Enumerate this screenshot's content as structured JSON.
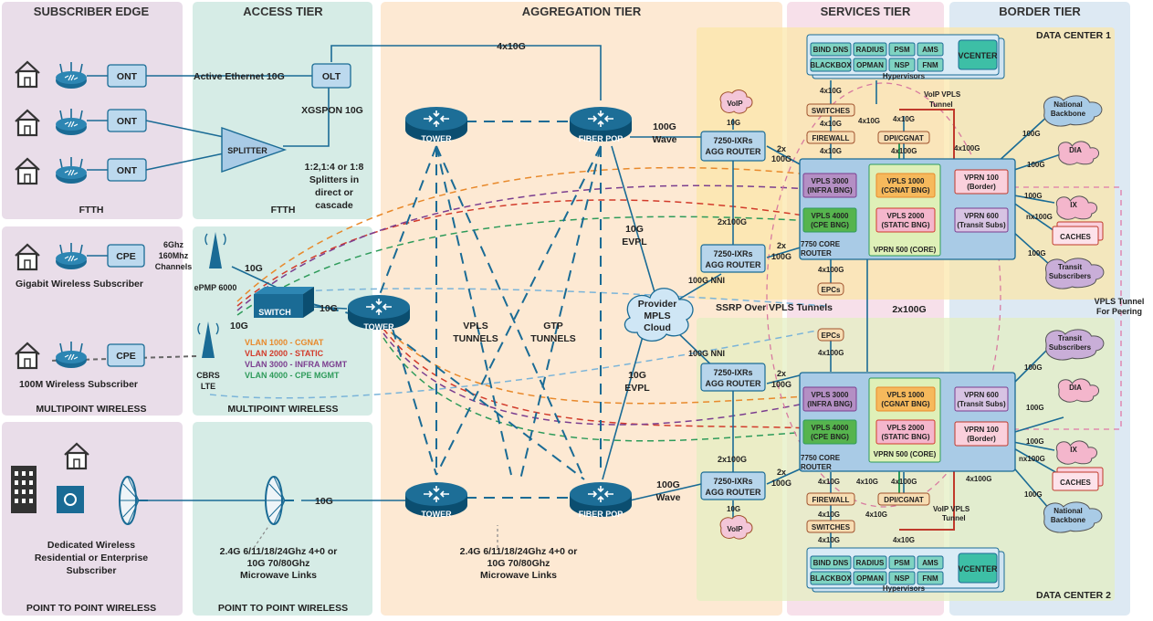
{
  "tiers": {
    "subscriber_edge": "SUBSCRIBER EDGE",
    "access": "ACCESS TIER",
    "aggregation": "AGGREGATION TIER",
    "services": "SERVICES TIER",
    "border": "BORDER TIER"
  },
  "sections": {
    "ftth": "FTTH",
    "multipoint": "MULTIPOINT WIRELESS",
    "p2p": "POINT TO POINT WIRELESS"
  },
  "subscriber": {
    "ont": "ONT",
    "cpe": "CPE",
    "gigabit": "Gigabit Wireless Subscriber",
    "wireless_100m": "100M Wireless Subscriber",
    "dedicated_1": "Dedicated Wireless",
    "dedicated_2": "Residential or Enterprise",
    "dedicated_3": "Subscriber"
  },
  "access": {
    "active_eth": "Active Ethernet 10G",
    "olt": "OLT",
    "xgspon": "XGSPON 10G",
    "splitter": "SPLITTER",
    "split_note_1": "1:2,1:4 or 1:8",
    "split_note_2": "Splitters in",
    "split_note_3": "direct or",
    "split_note_4": "cascade",
    "ghz_1": "6Ghz",
    "ghz_2": "160Mhz",
    "ghz_3": "Channels",
    "epmp": "ePMP 6000",
    "switch": "SWITCH",
    "cbrs_1": "CBRS",
    "cbrs_2": "LTE",
    "vlan_1": "VLAN 1000 - CGNAT",
    "vlan_2": "VLAN 2000 - STATIC",
    "vlan_3": "VLAN 3000 - INFRA MGMT",
    "vlan_4": "VLAN 4000 - CPE MGMT",
    "mw_1": "2.4G 6/11/18/24Ghz 4+0 or",
    "mw_2": "10G 70/80Ghz",
    "mw_3": "Microwave Links"
  },
  "aggregation": {
    "tower": "TOWER",
    "fiber_pop": "FIBER POP",
    "link_4x10g": "4x10G",
    "link_10g": "10G",
    "wave_100g": "100G",
    "wave": "Wave",
    "evpl_10g": "10G",
    "evpl": "EVPL",
    "vpls_1": "VPLS",
    "vpls_2": "TUNNELS",
    "gtp_1": "GTP",
    "gtp_2": "TUNNELS",
    "mpls_1": "Provider",
    "mpls_2": "MPLS",
    "mpls_3": "Cloud",
    "nni": "100G NNI"
  },
  "dc": {
    "dc1": "DATA CENTER 1",
    "dc2": "DATA CENTER 2",
    "hyper_row1": [
      "BIND DNS",
      "RADIUS",
      "PSM",
      "AMS"
    ],
    "hyper_row2": [
      "BLACKBOX",
      "OPMAN",
      "NSP",
      "FNM"
    ],
    "vcenter": "VCENTER",
    "hypervisors": "Hypervisors",
    "switches": "SWITCHES",
    "firewall": "FIREWALL",
    "dpi": "DPI/CGNAT",
    "agg_router_1": "7250-IXRs",
    "agg_router_2": "AGG ROUTER",
    "core_1": "7750 CORE",
    "core_2": "ROUTER",
    "vpls3000_1": "VPLS 3000",
    "vpls3000_2": "(INFRA BNG)",
    "vpls4000_1": "VPLS 4000",
    "vpls4000_2": "(CPE BNG)",
    "vpls1000_1": "VPLS 1000",
    "vpls1000_2": "(CGNAT BNG)",
    "vpls2000_1": "VPLS 2000",
    "vpls2000_2": "(STATIC BNG)",
    "vprn500": "VPRN 500 (CORE)",
    "vprn100_1": "VPRN 100",
    "vprn100_2": "(Border)",
    "vprn600_1": "VPRN 600",
    "vprn600_2": "(Transit Subs)",
    "epcs": "EPCs",
    "voip": "VoIP",
    "voip_tunnel_1": "VoIP VPLS",
    "voip_tunnel_2": "Tunnel",
    "ssrp": "SSRP Over VPLS Tunnels",
    "dc_link": "2x100G",
    "agg_link": "2x100G",
    "x4_10g": "4x10G",
    "x4_100g": "4x100G",
    "x2": "2x",
    "g100": "100G",
    "g10": "10G",
    "nx100g": "nx100G"
  },
  "border": {
    "national_1": "National",
    "national_2": "Backbone",
    "dia": "DIA",
    "ix": "IX",
    "caches": "CACHES",
    "transit_1": "Transit",
    "transit_2": "Subscribers",
    "vpls_peer_1": "VPLS Tunnel",
    "vpls_peer_2": "For Peering"
  },
  "colors": {
    "subscriber_bg": "#e9dde9",
    "access_bg": "#d6ece6",
    "aggregation_bg": "#fde9d3",
    "services_bg": "#f7e0ea",
    "border_bg": "#dde9f3",
    "dc1_bg": "#fbe6a8",
    "dc2_bg": "#e3efc0",
    "router_blue": "#0e5e87",
    "vlan_cgnat": "#e8892b",
    "vlan_static": "#d23b2b",
    "vlan_infra": "#7b3e8f",
    "vlan_cpe": "#2e9b5a"
  }
}
